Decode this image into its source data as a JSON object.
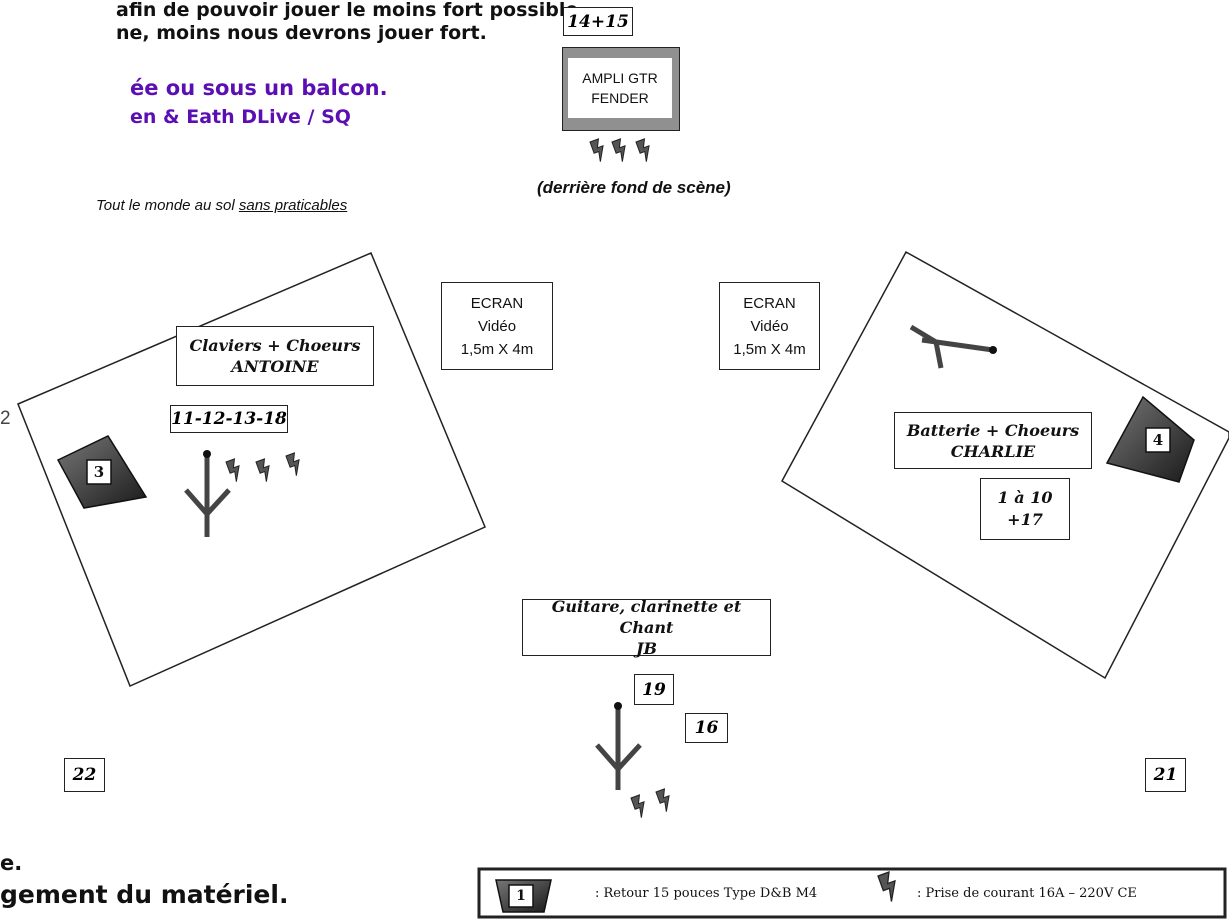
{
  "header": {
    "line1": "afin de pouvoir jouer le moins fort possible,",
    "line2": "ne, moins nous devrons jouer fort.",
    "line3": "ée ou sous un balcon.",
    "line4": "en & Eath DLive / SQ"
  },
  "stage_note": "Tout le monde au sol ",
  "stage_note_underlined": "sans praticables",
  "amp": {
    "channels": "14+15",
    "line1": "AMPLI GTR",
    "line2": "FENDER",
    "location": "(derrière fond de scène)"
  },
  "screens": {
    "left": {
      "line1": "ECRAN",
      "line2": "Vidéo",
      "line3": "1,5m X 4m"
    },
    "right": {
      "line1": "ECRAN",
      "line2": "Vidéo",
      "line3": "1,5m X 4m"
    }
  },
  "keys": {
    "line1": "Claviers + Choeurs",
    "line2": "ANTOINE",
    "channels": "11-12-13-18",
    "wedge": "3"
  },
  "drums": {
    "line1": "Batterie + Choeurs",
    "line2": "CHARLIE",
    "channels_line1": "1 à 10",
    "channels_line2": "+17",
    "wedge": "4"
  },
  "guitar": {
    "line1": "Guitare, clarinette et Chant",
    "line2": "JB",
    "ch_a": "19",
    "ch_b": "16"
  },
  "side_left_edge": "2",
  "side_left": "22",
  "side_right": "21",
  "footer": {
    "line1": "e.",
    "line2": "gement du matériel."
  },
  "legend": {
    "wedge_num": "1",
    "wedge_text": ": Retour 15 pouces Type D&B M4",
    "power_text": ": Prise de courant 16A – 220V CE"
  },
  "colors": {
    "header_text": "#5b0fb3",
    "wedge_dark": "#2a2a2a"
  }
}
